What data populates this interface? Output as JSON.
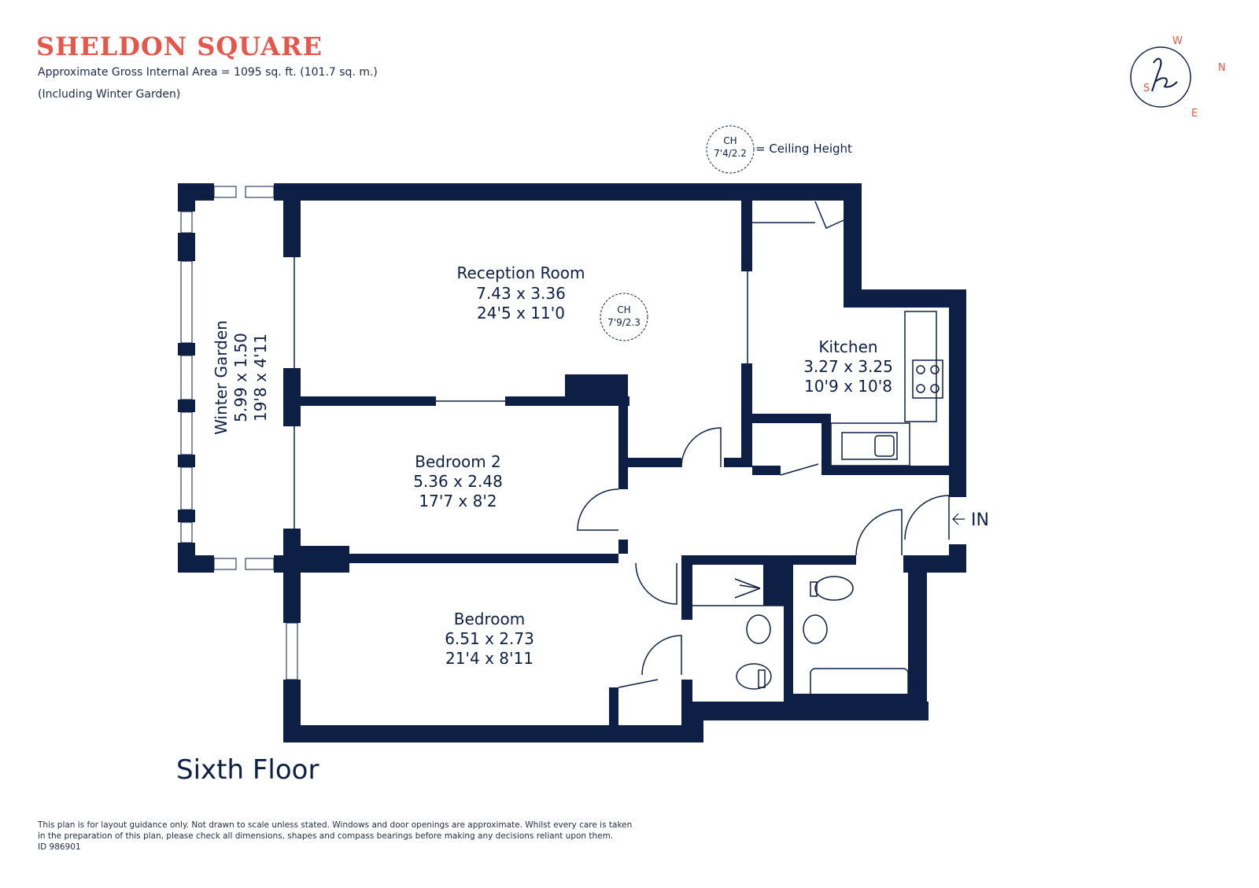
{
  "header": {
    "title": "SHELDON SQUARE",
    "area_line": "Approximate Gross Internal Area = 1095 sq. ft. (101.7 sq. m.)",
    "including_line": "(Including Winter Garden)"
  },
  "compass": {
    "n": "N",
    "s": "S",
    "e": "E",
    "w": "W",
    "logo_icon": "h-script-logo-icon",
    "accent_color": "#e5574b"
  },
  "legend": {
    "ch_label": "CH",
    "ch_value": "7'4/2.2",
    "ch_meaning": "= Ceiling Height"
  },
  "rooms": {
    "reception": {
      "name": "Reception Room",
      "metric": "7.43 x 3.36",
      "imperial": "24'5 x 11'0",
      "ch_label": "CH",
      "ch_value": "7'9/2.3"
    },
    "kitchen": {
      "name": "Kitchen",
      "metric": "3.27 x 3.25",
      "imperial": "10'9 x 10'8"
    },
    "bedroom2": {
      "name": "Bedroom 2",
      "metric": "5.36 x 2.48",
      "imperial": "17'7 x 8'2"
    },
    "bedroom": {
      "name": "Bedroom",
      "metric": "6.51 x 2.73",
      "imperial": "21'4 x 8'11"
    },
    "winter_garden": {
      "name": "Winter Garden",
      "metric": "5.99 x 1.50",
      "imperial": "19'8 x 4'11"
    }
  },
  "entrance_label": "IN",
  "floor_label": "Sixth Floor",
  "colors": {
    "wall": "#0e1f45",
    "brand": "#e5574b"
  },
  "disclaimer": {
    "line1": "This plan is for layout guidance only. Not drawn to scale unless stated. Windows and door openings are approximate. Whilst every care is taken",
    "line2": "in the preparation of this plan, please check all dimensions, shapes and compass bearings before making any decisions reliant upon them.",
    "line3": "ID 986901"
  }
}
